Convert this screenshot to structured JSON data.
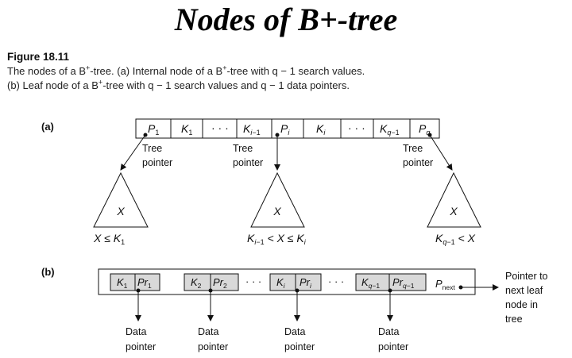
{
  "title": "Nodes of B+-tree",
  "figure": {
    "label": "Figure 18.11",
    "caption_line1_a": "The nodes of a B",
    "caption_line1_sup": "+",
    "caption_line1_b": "-tree. (a) Internal node of a B",
    "caption_line1_sup2": "+",
    "caption_line1_c": "-tree with q − 1 search values.",
    "caption_line2_a": "(b) Leaf node of a B",
    "caption_line2_sup": "+",
    "caption_line2_b": "-tree with q − 1 search values and q − 1 data pointers."
  },
  "part_a": {
    "label": "(a)",
    "tree_pointer_label": [
      "Tree",
      "pointer"
    ],
    "subtree_symbol": "X",
    "conditions": [
      "X ≤ K1",
      "Ki−1 < X ≤ Ki",
      "Kq−1 < X"
    ]
  },
  "part_b": {
    "label": "(b)",
    "data_pointer_label": [
      "Data",
      "pointer"
    ],
    "next_pointer": "P",
    "next_pointer_sub": "next",
    "next_leaf_label": [
      "Pointer to",
      "next leaf",
      "node in",
      "tree"
    ]
  }
}
